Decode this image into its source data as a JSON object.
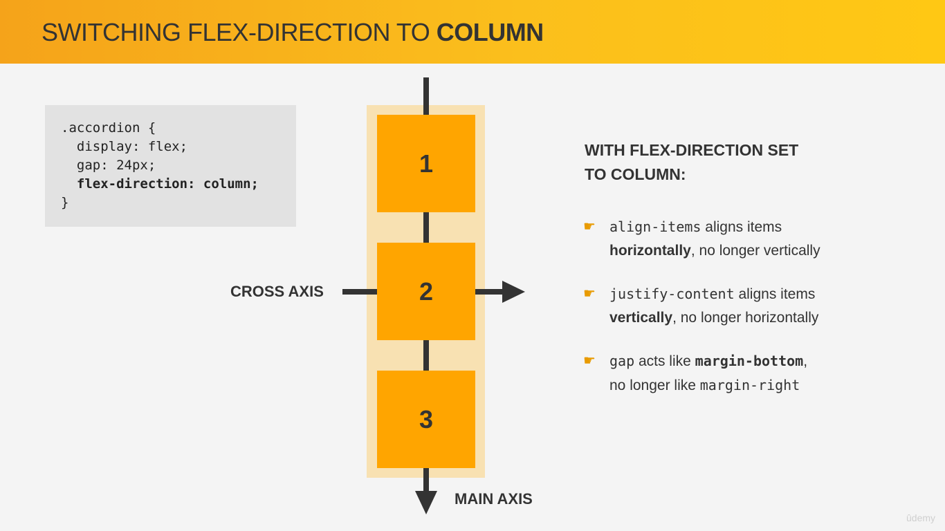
{
  "header": {
    "title_prefix": "SWITCHING FLEX-DIRECTION TO ",
    "title_bold": "COLUMN"
  },
  "code": {
    "lines": [
      ".accordion {",
      "  display: flex;",
      "  gap: 24px;",
      "  flex-direction: column;",
      "}"
    ]
  },
  "diagram": {
    "items": [
      "1",
      "2",
      "3"
    ],
    "cross_axis_label": "CROSS AXIS",
    "main_axis_label": "MAIN AXIS",
    "container_color": "#f8e1b2",
    "item_color": "#ffa500"
  },
  "info": {
    "heading_line1": "WITH FLEX-DIRECTION SET",
    "heading_line2_prefix": "TO ",
    "heading_line2_bold": "COLUMN",
    "heading_line2_suffix": ":",
    "bullets": [
      {
        "icon": "pointing-hand-icon",
        "code1": "align-items",
        "text1": " aligns items",
        "bold": "horizontally",
        "text2": ", no longer vertically"
      },
      {
        "icon": "pointing-hand-icon",
        "code1": "justify-content",
        "text1": " aligns items",
        "bold": "vertically",
        "text2": ", no longer horizontally"
      },
      {
        "icon": "pointing-hand-icon",
        "code1": "gap",
        "text1": " acts like ",
        "code_bold": "margin-bottom",
        "text2": ",",
        "text3": "no longer like ",
        "code2": "margin-right"
      }
    ]
  },
  "watermark": "ûdemy",
  "colors": {
    "header_start": "#f5a31a",
    "header_end": "#ffc814",
    "text": "#333333",
    "code_bg": "#e2e2e2"
  }
}
